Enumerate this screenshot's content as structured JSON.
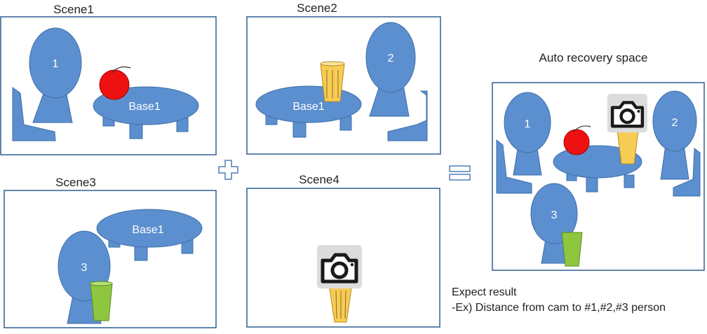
{
  "scenes": [
    {
      "title": "Scene1"
    },
    {
      "title": "Scene2"
    },
    {
      "title": "Scene3"
    },
    {
      "title": "Scene4"
    }
  ],
  "objects": {
    "base_label": "Base1",
    "person_1": "1",
    "person_2": "2",
    "person_3": "3"
  },
  "result": {
    "title": "Auto recovery space"
  },
  "expected": {
    "line1": "Expect result",
    "line2": "-Ex) Distance from cam to #1,#2,#3 person"
  },
  "colors": {
    "shape_fill": "#5b8fcf",
    "shape_stroke": "#3f6fa8",
    "frame_stroke": "#2e5f94",
    "apple_red": "#ee1111",
    "cup_yellow": "#f7cc55",
    "cup_green": "#8ec63f"
  },
  "icons": [
    "plus-icon",
    "equals-icon",
    "camera-icon",
    "apple-icon",
    "cup-icon"
  ]
}
